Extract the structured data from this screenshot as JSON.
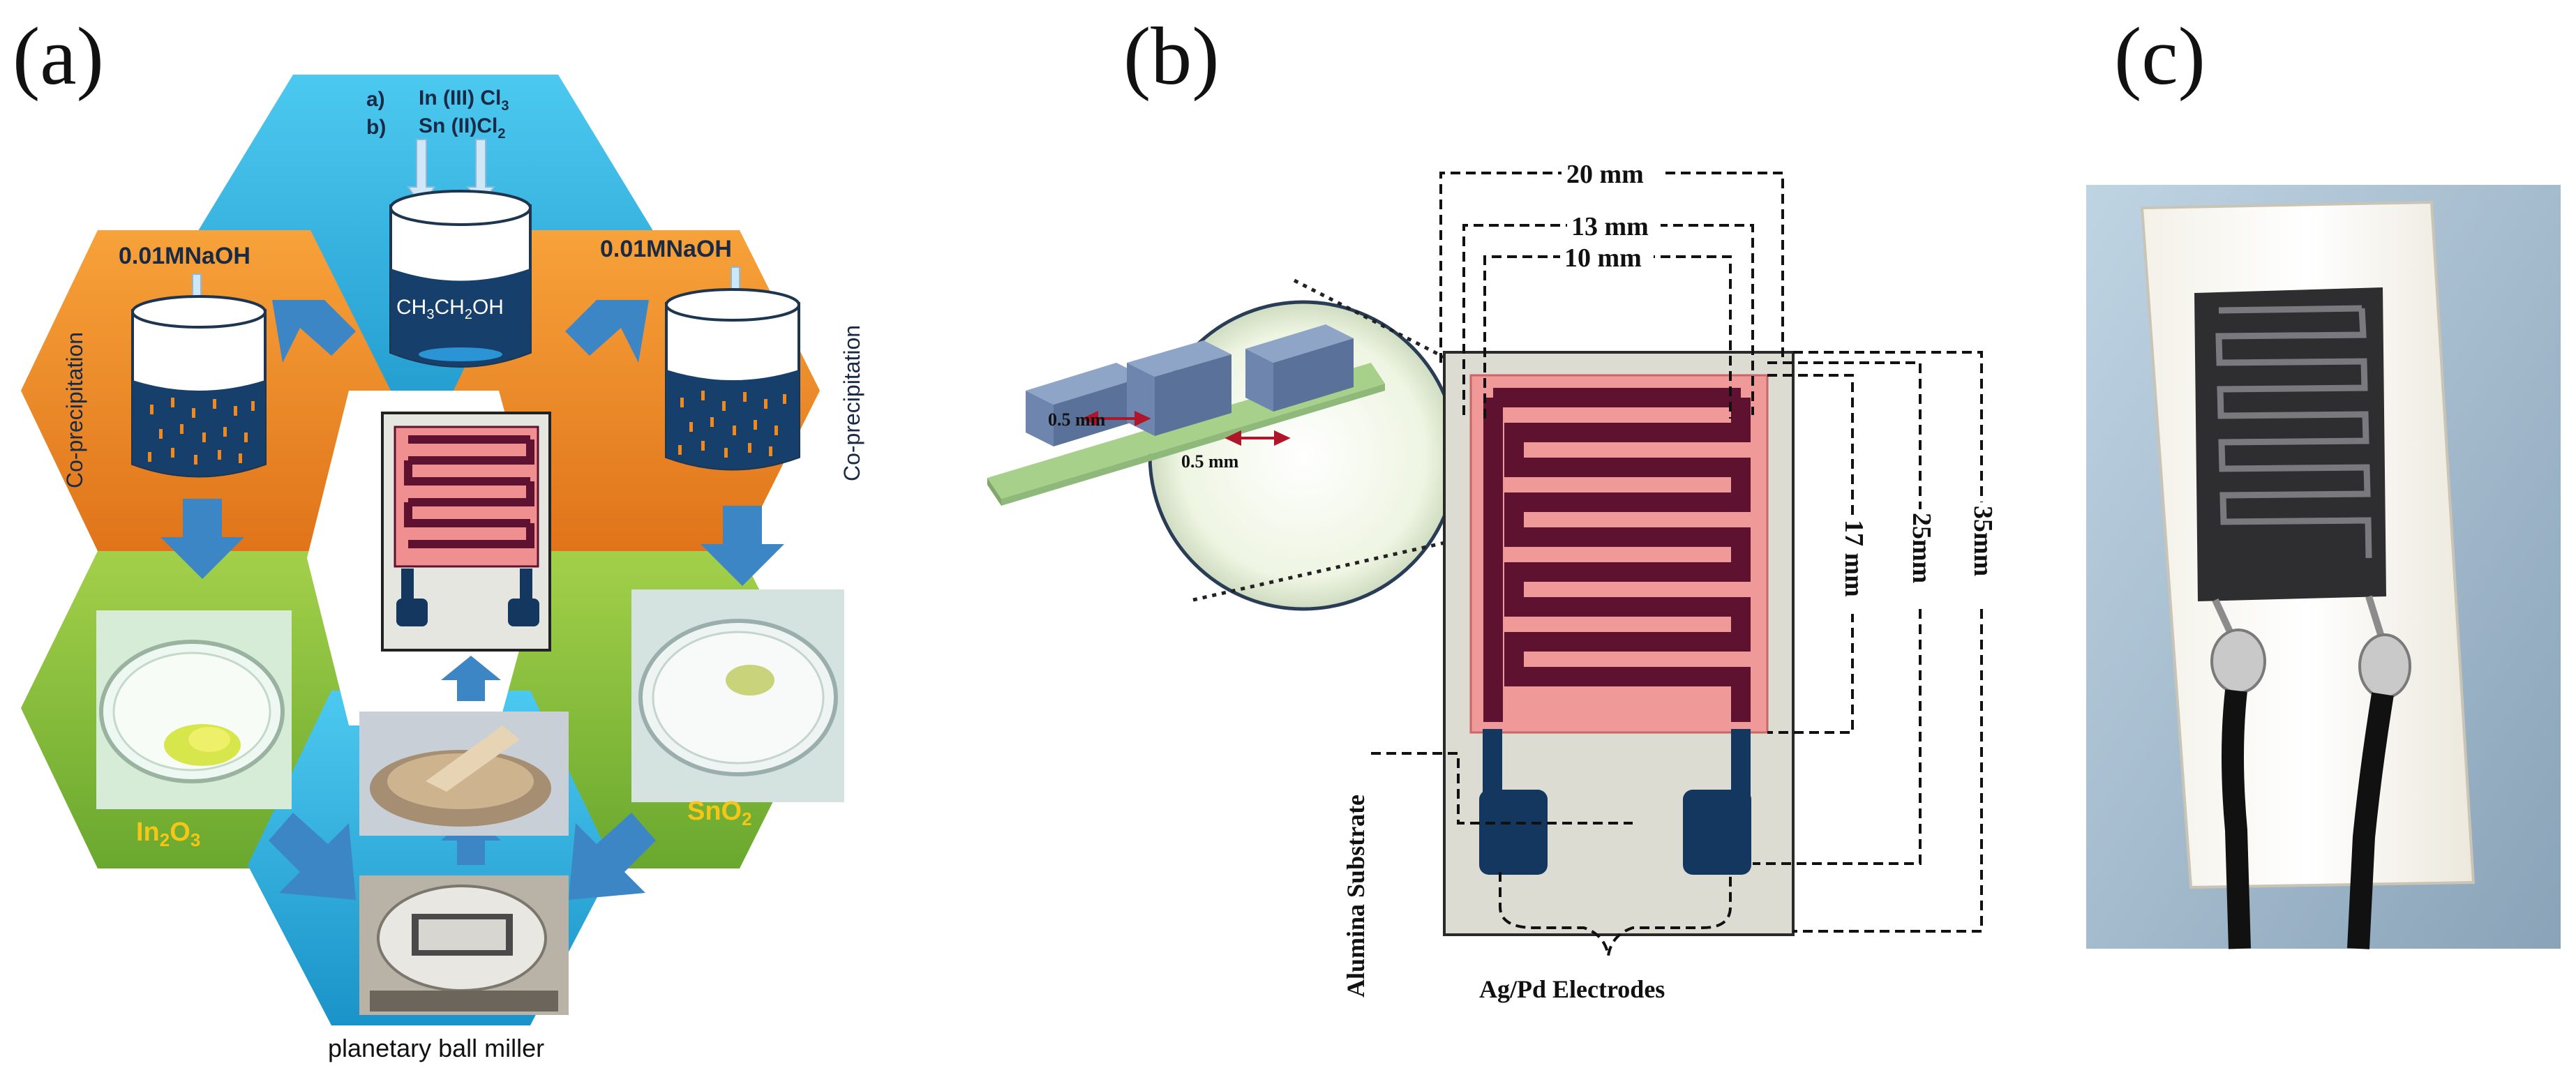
{
  "panels": {
    "a": {
      "label": "(a)",
      "reagent_a": "a)",
      "reagent_b": "b)",
      "reagent_a_formula": "In (III) Cl",
      "reagent_a_sub": "3",
      "reagent_b_formula": "Sn (II)Cl",
      "reagent_b_sub": "2",
      "solvent_formula_1": "CH",
      "solvent_sub_1": "3",
      "solvent_formula_2": "CH",
      "solvent_sub_2": "2",
      "solvent_formula_3": "OH",
      "naoh_left": "0.01MNaOH",
      "naoh_right": "0.01MNaOH",
      "coprecip_left": "Co-precipitation",
      "coprecip_right": "Co-precipitation",
      "product_left_1": "In",
      "product_left_sub1": "2",
      "product_left_2": "O",
      "product_left_sub2": "3",
      "product_right_1": "SnO",
      "product_right_sub": "2",
      "mill_caption": "planetary ball miller"
    },
    "b": {
      "label": "(b)",
      "dim_20": "20 mm",
      "dim_13": "13 mm",
      "dim_10": "10 mm",
      "dim_17": "17 mm",
      "dim_25": "25mm",
      "dim_35": "35mm",
      "gap_1": "0.5 mm",
      "gap_2": "0.5 mm",
      "substrate_label": "Alumina Substrate",
      "electrodes_label": "Ag/Pd Electrodes"
    },
    "c": {
      "label": "(c)"
    }
  },
  "colors": {
    "hex_blue": "#2bb3e6",
    "hex_orange": "#f08a1f",
    "hex_green": "#8bc23c",
    "navy": "#14375f",
    "electrode_dark": "#5e1230",
    "electrode_pink": "#ee8c8c",
    "substrate_grey": "#dcdcd2",
    "product_yellow": "#f5c518",
    "arrow_blue": "#3d86c6"
  }
}
